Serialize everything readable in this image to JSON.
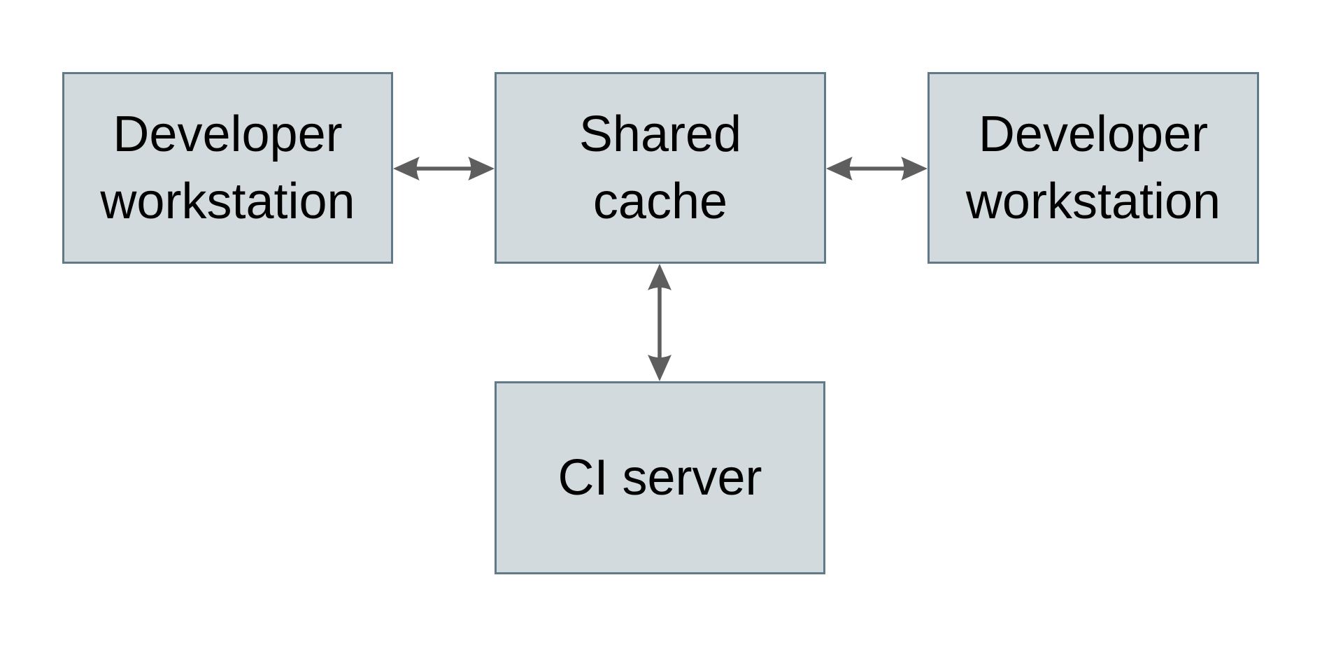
{
  "diagram": {
    "type": "architecture-diagram",
    "colors": {
      "background": "#ffffff",
      "node_fill": "#d3dade",
      "node_border": "#5f7a89",
      "arrow_color": "#5e5e5e",
      "text_color": "#000000"
    },
    "nodes": [
      {
        "id": "developer-workstation-left",
        "label": "Developer\nworkstation"
      },
      {
        "id": "shared-cache",
        "label": "Shared\ncache"
      },
      {
        "id": "developer-workstation-right",
        "label": "Developer\nworkstation"
      },
      {
        "id": "ci-server",
        "label": "CI server"
      }
    ],
    "edges": [
      {
        "from": "developer-workstation-left",
        "to": "shared-cache",
        "style": "bidirectional-arrow",
        "orientation": "horizontal"
      },
      {
        "from": "shared-cache",
        "to": "developer-workstation-right",
        "style": "bidirectional-arrow",
        "orientation": "horizontal"
      },
      {
        "from": "shared-cache",
        "to": "ci-server",
        "style": "bidirectional-arrow",
        "orientation": "vertical"
      }
    ]
  }
}
